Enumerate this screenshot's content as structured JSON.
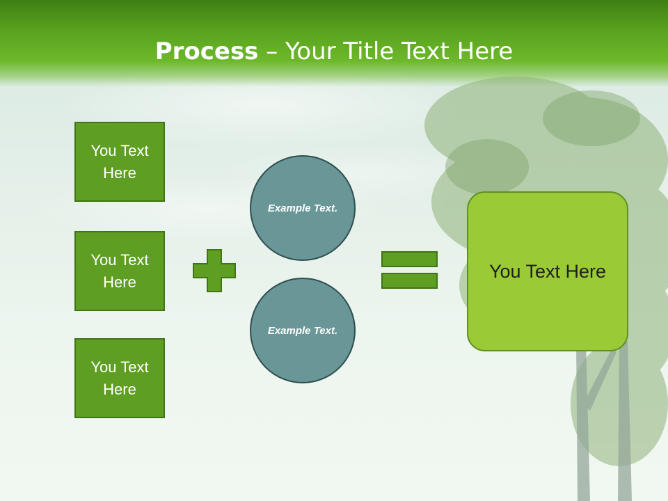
{
  "title": {
    "bold": "Process",
    "rest": " – Your Title Text Here"
  },
  "left_boxes": [
    "You Text Here",
    "You Text Here",
    "You Text Here"
  ],
  "circles": [
    "Example Text.",
    "Example Text."
  ],
  "result": "You Text Here",
  "operators": {
    "plus": "plus-icon",
    "equals": "equals-icon"
  },
  "colors": {
    "title_bar": "#5aa21f",
    "box_fill": "#5e9e22",
    "circle_fill": "#699697",
    "result_fill": "#9acb37",
    "operator_fill": "#5e9e22"
  }
}
